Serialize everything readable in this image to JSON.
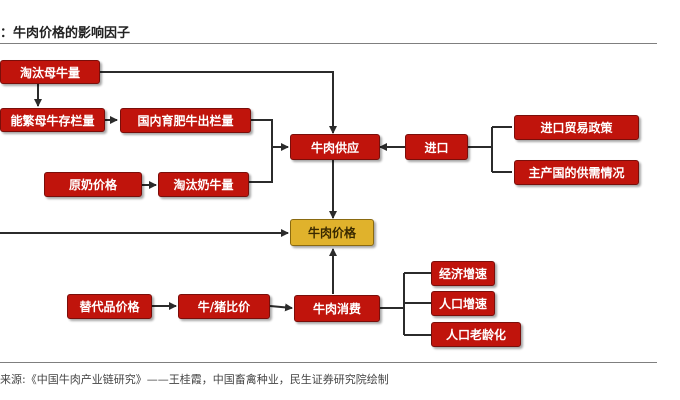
{
  "title": "：牛肉价格的影响因子",
  "source": "来源:《中国牛肉产业链研究》——王桂霞，中国畜禽种业，民生证券研究院绘制",
  "colors": {
    "node_fill": "#c0140c",
    "center_fill": "#e0b22c",
    "line": "#2b2b2b"
  },
  "nodes": {
    "culled_cattle": "淘汰母牛量",
    "breeding_cows": "能繁母牛存栏量",
    "domestic_fattening": "国内育肥牛出栏量",
    "raw_milk_price": "原奶价格",
    "culled_dairy": "淘汰奶牛量",
    "beef_supply": "牛肉供应",
    "import": "进口",
    "import_trade_policy": "进口贸易政策",
    "producer_supply_demand": "主产国的供需情况",
    "beef_price": "牛肉价格",
    "substitute_price": "替代品价格",
    "cattle_pig_ratio": "牛/猪比价",
    "beef_consumption": "牛肉消费",
    "economic_growth": "经济增速",
    "population_growth": "人口增速",
    "population_aging": "人口老龄化"
  }
}
